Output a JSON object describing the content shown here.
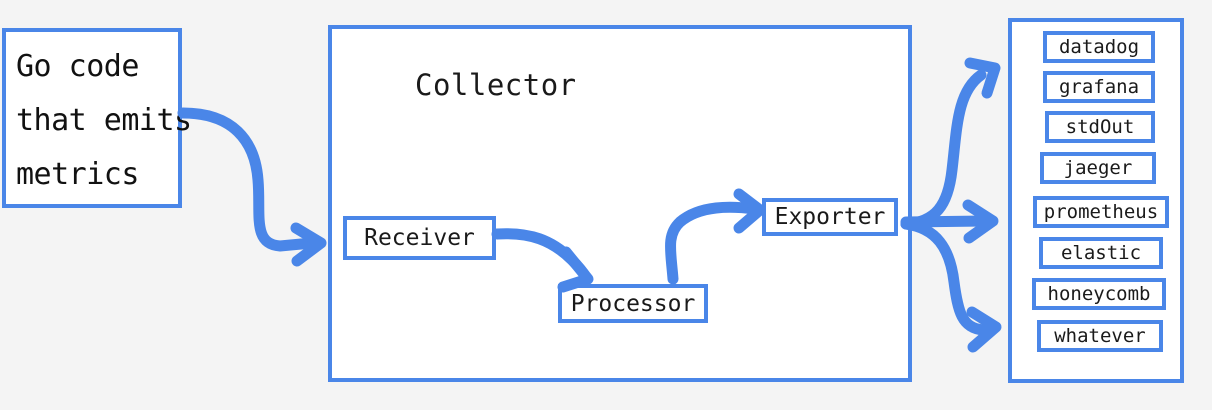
{
  "diagram": {
    "background_color": "#f4f4f4",
    "accent_color": "#4a86e8",
    "text_color": "#1a1a1a",
    "source": {
      "lines": [
        "Go code",
        "that emits",
        "metrics"
      ]
    },
    "collector": {
      "title": "Collector",
      "stages": [
        {
          "label": "Receiver"
        },
        {
          "label": "Processor"
        },
        {
          "label": "Exporter"
        }
      ]
    },
    "backends": {
      "items": [
        {
          "label": "datadog"
        },
        {
          "label": "grafana"
        },
        {
          "label": "stdOut"
        },
        {
          "label": "jaeger"
        },
        {
          "label": "prometheus"
        },
        {
          "label": "elastic"
        },
        {
          "label": "honeycomb"
        },
        {
          "label": "whatever"
        }
      ]
    },
    "arrows": [
      {
        "name": "source-to-receiver"
      },
      {
        "name": "receiver-to-processor"
      },
      {
        "name": "processor-to-exporter"
      },
      {
        "name": "exporter-to-backends-up"
      },
      {
        "name": "exporter-to-backends-straight"
      },
      {
        "name": "exporter-to-backends-down"
      }
    ]
  }
}
